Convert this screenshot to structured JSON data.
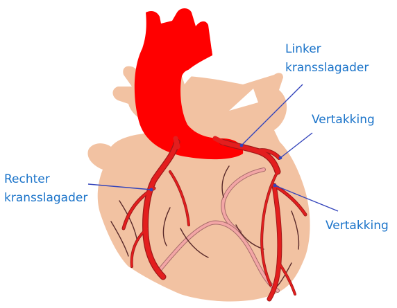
{
  "labels": {
    "left_coronary": [
      "Linker",
      "kransslagader"
    ],
    "branch_top": "Vertakking",
    "right_coronary": [
      "Rechter",
      "kransslagader"
    ],
    "branch_bottom": "Vertakking"
  },
  "colors": {
    "heart": "#f2c2a2",
    "aorta": "#ff0000",
    "artery": "#e31e1e",
    "vessel_outline": "#a01818",
    "vein": "#f3a6a6",
    "leader_line": "#3344bb",
    "label_text": "#1a73c9"
  }
}
